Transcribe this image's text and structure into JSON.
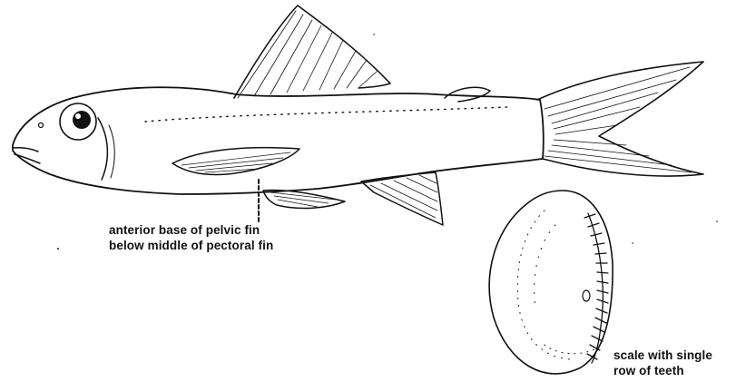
{
  "annotations": {
    "pelvic_line1": "anterior base of pelvic fin",
    "pelvic_line2": "below middle of pectoral fin",
    "scale_line1": "scale with single",
    "scale_line2": "row of teeth"
  },
  "colors": {
    "ink": "#111111",
    "background": "#ffffff"
  }
}
